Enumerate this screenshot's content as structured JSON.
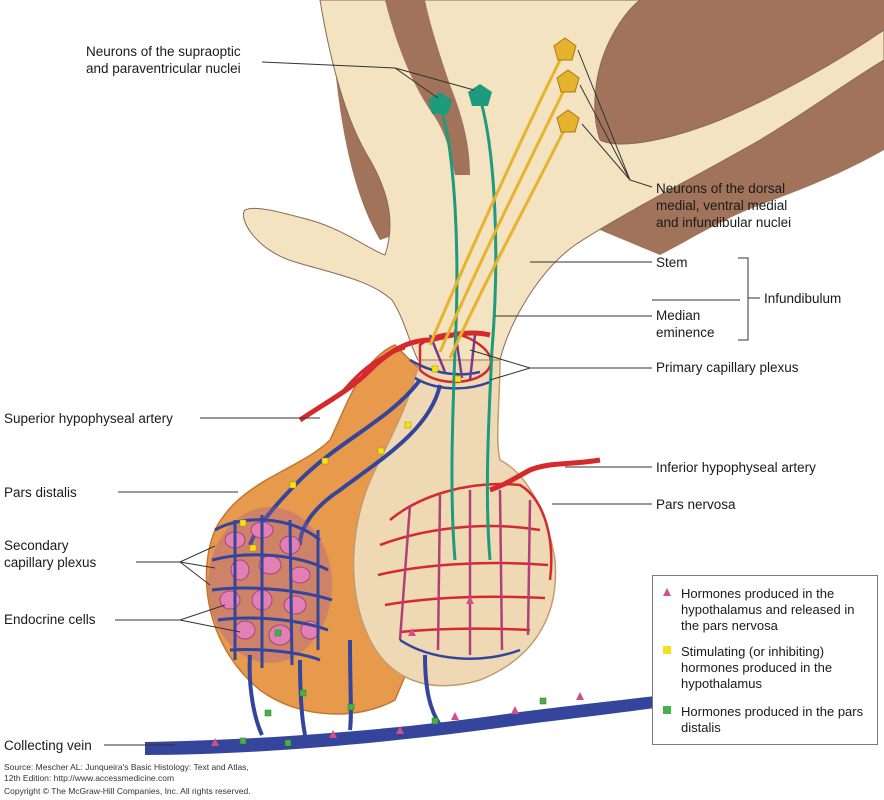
{
  "labels": {
    "neurons_supraoptic_line1": "Neurons of the supraoptic",
    "neurons_supraoptic_line2": "and paraventricular nuclei",
    "neurons_dorsal_line1": "Neurons of the dorsal",
    "neurons_dorsal_line2": "medial, ventral medial",
    "neurons_dorsal_line3": "and infundibular nuclei",
    "stem": "Stem",
    "median_line1": "Median",
    "median_line2": "eminence",
    "infundibulum": "Infundibulum",
    "primary_capillary_plexus": "Primary capillary plexus",
    "superior_hypophyseal_artery": "Superior hypophyseal artery",
    "inferior_hypophyseal_artery": "Inferior hypophyseal artery",
    "pars_distalis": "Pars distalis",
    "pars_nervosa": "Pars nervosa",
    "secondary_line1": "Secondary",
    "secondary_line2": "capillary plexus",
    "endocrine_cells": "Endocrine cells",
    "collecting_vein": "Collecting vein"
  },
  "legend": {
    "items": [
      {
        "symbol": "pink-triangle-icon",
        "color": "#d0508f",
        "text": "Hormones produced in the hypothalamus and released in the pars nervosa"
      },
      {
        "symbol": "yellow-square-icon",
        "color": "#f4e21a",
        "text": "Stimulating (or inhibiting) hormones produced in the hypothalamus"
      },
      {
        "symbol": "green-square-icon",
        "color": "#48b04a",
        "text": "Hormones produced in the pars distalis"
      }
    ]
  },
  "source": {
    "line1": "Source: Mescher AL: Junqueira's Basic Histology: Text and Atlas,",
    "line2": "12th Edition: http://www.accessmedicine.com",
    "line3": "Copyright © The McGraw-Hill Companies, Inc. All rights reserved."
  },
  "colors": {
    "brain": "#a0735a",
    "tissue": "#f3e3c0",
    "pars_distalis": "#e89a4c",
    "artery": "#d42a2e",
    "vein": "#35459c",
    "neuron_green": "#1e9a7c",
    "neuron_yellow": "#e7b32f",
    "endocrine": "#e27fb4"
  }
}
